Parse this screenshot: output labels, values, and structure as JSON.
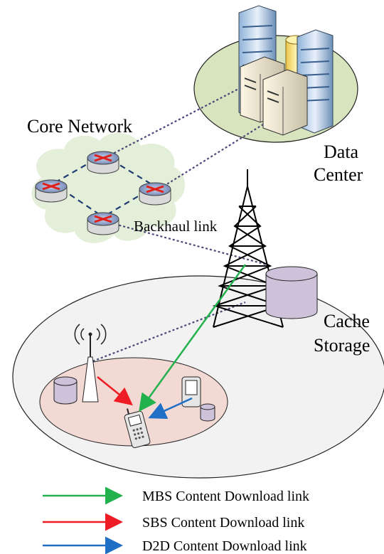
{
  "labels": {
    "core_network": "Core Network",
    "data_center_line1": "Data",
    "data_center_line2": "Center",
    "backhaul_link": "Backhaul link",
    "cache_line1": "Cache",
    "cache_line2": "Storage"
  },
  "legend": [
    {
      "label": "MBS Content Download link",
      "color": "#22b14c"
    },
    {
      "label": "SBS Content Download link",
      "color": "#ee1c24"
    },
    {
      "label": "D2D Content Download link",
      "color": "#1f6fc6"
    }
  ],
  "colors": {
    "cloud": "#e4efd9",
    "data_center_ellipse": "#d7e4bd",
    "macro_cell": "#f2f2f2",
    "small_cell": "#f3d9d3",
    "cylinder": "#cdc2da",
    "dashed_link": "#4b4b7a",
    "router_link": "#1f3b73"
  },
  "icons": [
    "router-icon",
    "server-rack-icon",
    "server-tower-icon",
    "database-icon",
    "cell-tower-icon",
    "small-cell-antenna-icon",
    "mobile-phone-icon",
    "pda-icon"
  ]
}
